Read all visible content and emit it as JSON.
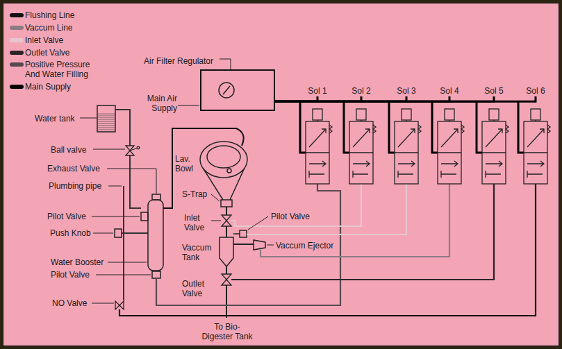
{
  "diagram": {
    "nodes": [
      {
        "text": [
          "Air Filter Regulator",
          "Main Air Supply"
        ]
      },
      {
        "text": [
          "Sol 1"
        ]
      },
      {
        "text": [
          "Sol 2"
        ]
      },
      {
        "text": [
          "Sol 3"
        ]
      },
      {
        "text": [
          "Sol 4"
        ]
      },
      {
        "text": [
          "Sol 5"
        ]
      },
      {
        "text": [
          "Sol 6"
        ]
      }
    ],
    "edges": [
      {
        "from": 0,
        "to": 1,
        "arrow": "none"
      },
      {
        "from": 0,
        "to": 2,
        "arrow": "none"
      },
      {
        "from": 0,
        "to": 3,
        "arrow": "none"
      },
      {
        "from": 0,
        "to": 4,
        "arrow": "none"
      },
      {
        "from": 0,
        "to": 5,
        "arrow": "none"
      },
      {
        "from": 0,
        "to": 6,
        "arrow": "none"
      }
    ],
    "labels": [
      "Water tank",
      "Ball valve",
      "Exhaust Valve",
      "Plumbing pipe",
      "Pilot Valve",
      "Push Knob",
      "Water Booster",
      "Pilot Valve",
      "NO Valve",
      "Lav. Bowl",
      "S-Trap",
      "Inlet Valve",
      "Pilot Valve",
      "Vaccum Tank",
      "Vaccum Ejector",
      "Outlet Valve",
      "To Bio- Digester Tank"
    ],
    "legend": [
      {
        "text": "Flushing Line",
        "color": "#111111"
      },
      {
        "text": "Vaccum Line",
        "color": "#8c7b82"
      },
      {
        "text": "Inlet Valve",
        "color": "#e8c6cf"
      },
      {
        "text": "Outlet Valve",
        "color": "#2e2227"
      },
      {
        "text": "Positive Pressure And Water Filling",
        "color": "#5a4850"
      },
      {
        "text": "Main Supply",
        "color": "#000000"
      }
    ]
  }
}
